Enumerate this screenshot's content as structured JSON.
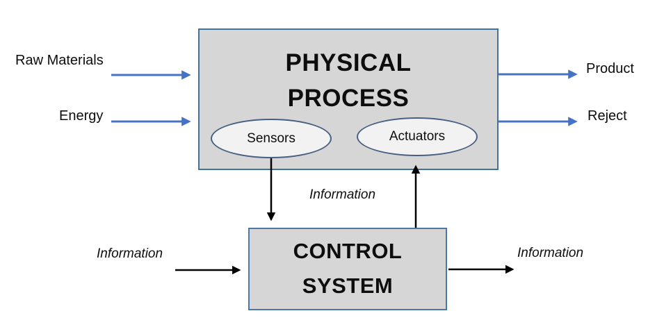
{
  "diagram": {
    "physical_process": {
      "title_lines": [
        "PHYSICAL",
        "PROCESS"
      ],
      "sensors_label": "Sensors",
      "actuators_label": "Actuators"
    },
    "control_system": {
      "title_lines": [
        "CONTROL",
        "SYSTEM"
      ]
    },
    "inputs": {
      "raw_materials": "Raw Materials",
      "energy": "Energy"
    },
    "outputs": {
      "product": "Product",
      "reject": "Reject"
    },
    "information_labels": {
      "sensors_to_control": "Information",
      "control_input": "Information",
      "control_output": "Information"
    },
    "colors": {
      "material_arrow_blue": "#4472C4",
      "process_box_border": "#41719C",
      "control_box_border": "#4A76A8",
      "box_fill": "#D6D6D6",
      "ellipse_fill": "#F2F2F2",
      "ellipse_border": "#485F82",
      "info_arrow_black": "#000000"
    }
  }
}
